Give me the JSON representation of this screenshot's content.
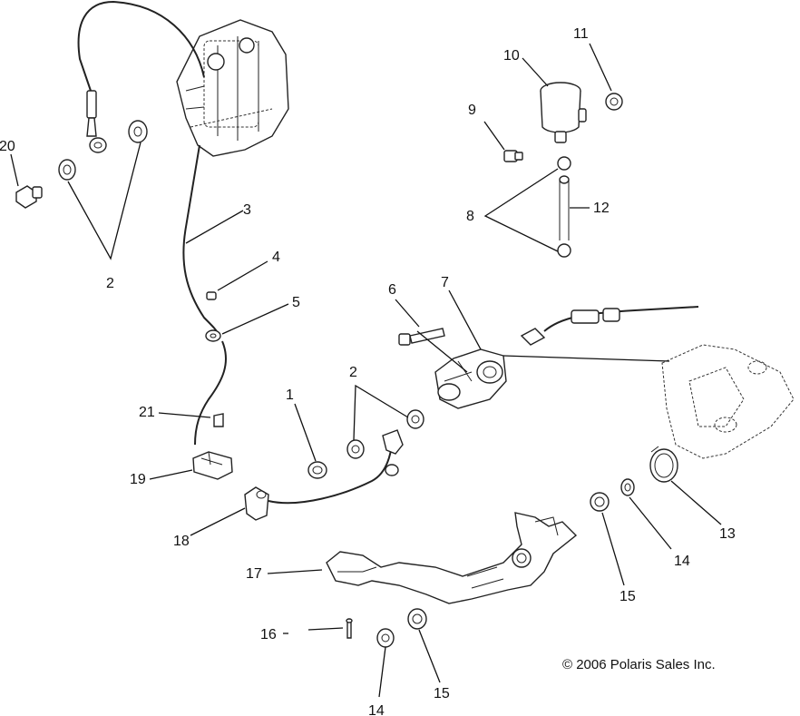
{
  "diagram": {
    "callouts": {
      "c1": "1",
      "c2a": "2",
      "c2b": "2",
      "c3": "3",
      "c4": "4",
      "c5": "5",
      "c6": "6",
      "c7": "7",
      "c8": "8",
      "c9": "9",
      "c10": "10",
      "c11": "11",
      "c12": "12",
      "c13": "13",
      "c14a": "14",
      "c14b": "14",
      "c15a": "15",
      "c15b": "15",
      "c16": "16",
      "c17": "17",
      "c18": "18",
      "c19": "19",
      "c20": "20",
      "c21": "21"
    },
    "copyright": "© 2006 Polaris Sales Inc."
  }
}
